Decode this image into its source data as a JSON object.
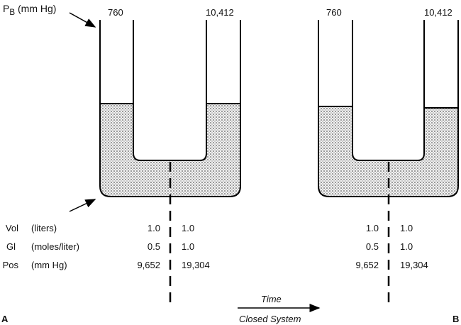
{
  "pressure_label": {
    "main": "P",
    "sub": "B",
    "unit": "(mm Hg)"
  },
  "panels": [
    {
      "letter": "A",
      "pressure_left": "760",
      "pressure_right": "10,412",
      "vol_left": "1.0",
      "vol_right": "1.0",
      "gl_left": "0.5",
      "gl_right": "1.0",
      "pos_left": "9,652",
      "pos_right": "19,304"
    },
    {
      "letter": "B",
      "pressure_left": "760",
      "pressure_right": "10,412",
      "vol_left": "1.0",
      "vol_right": "1.0",
      "gl_left": "0.5",
      "gl_right": "1.0",
      "pos_left": "9,652",
      "pos_right": "19,304"
    }
  ],
  "rows": [
    {
      "name": "Vol",
      "unit": "(liters)"
    },
    {
      "name": "Gl",
      "unit": "(moles/liter)"
    },
    {
      "name": "Pos",
      "unit": "(mm Hg)"
    }
  ],
  "arrow": {
    "top": "Time",
    "bottom": "Closed System"
  }
}
